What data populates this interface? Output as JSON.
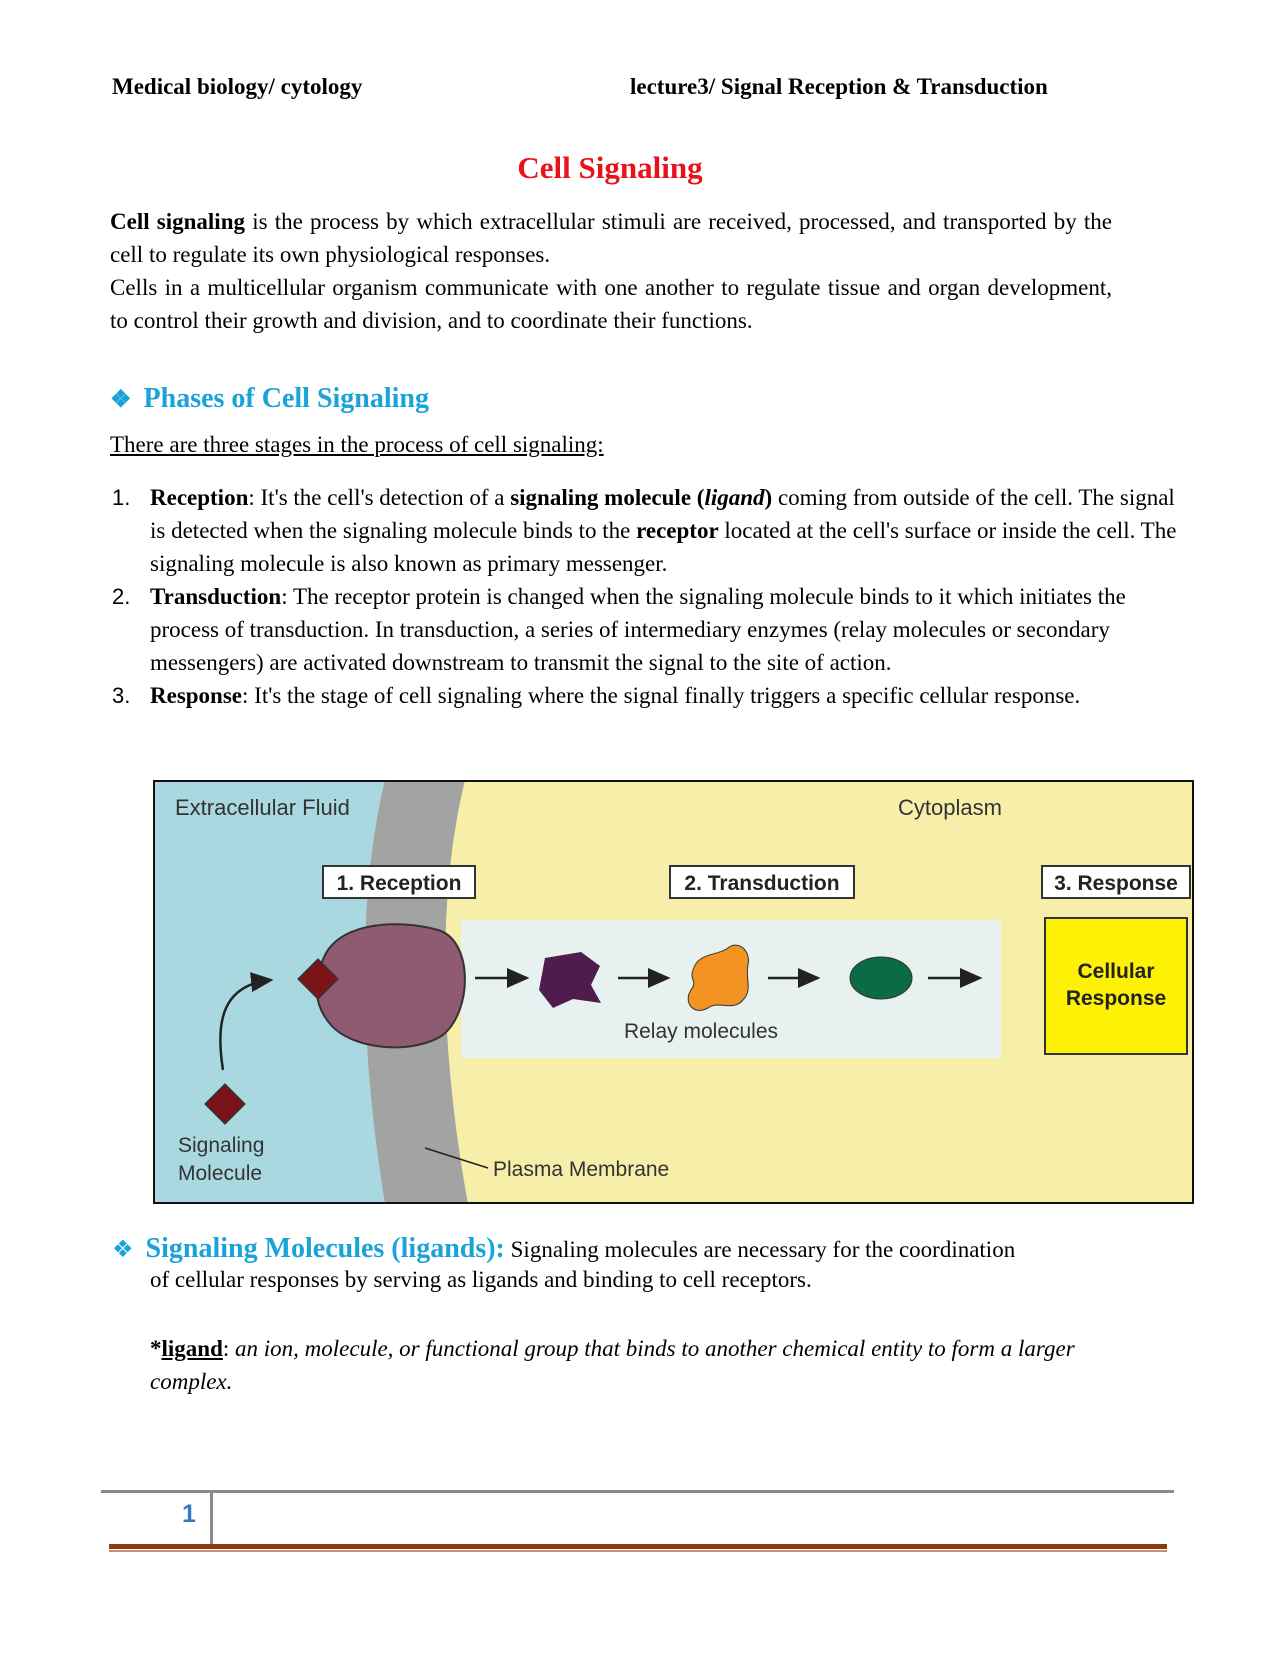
{
  "header": {
    "left": "Medical biology/ cytology",
    "right": "lecture3/ Signal Reception & Transduction"
  },
  "title": "Cell Signaling",
  "intro": {
    "term": "Cell signaling",
    "p1_rest": " is the process by which extracellular stimuli are received, processed, and transported by the cell to regulate its own physiological responses.",
    "p2": "Cells in a multicellular organism communicate with one another to regulate tissue and organ development, to control their growth and division, and to coordinate their functions."
  },
  "phases": {
    "bullet": "❖",
    "heading": "Phases of Cell Signaling",
    "lead": "There are three stages in the process of cell signaling:",
    "items": [
      {
        "num": "1.",
        "term": "Reception",
        "a": ": It's the cell's detection of a ",
        "b": "signaling molecule (",
        "c": "ligand",
        "d": ")",
        "e": " coming from outside of the cell. The signal is detected when the signaling molecule binds to the ",
        "f": "receptor",
        "g": " located at the cell's surface or inside the cell. The signaling molecule is also known as primary messenger."
      },
      {
        "num": "2.",
        "term": "Transduction",
        "text": ": The receptor protein is changed when the signaling molecule binds to it which initiates the process of transduction. In transduction,  a series of intermediary enzymes (relay molecules or secondary messengers) are activated downstream to transmit the signal to the site of action."
      },
      {
        "num": "3.",
        "term": "Response",
        "text": ": It's the stage of cell signaling where the signal finally triggers a specific cellular response."
      }
    ]
  },
  "figure": {
    "extracellular": "Extracellular Fluid",
    "cytoplasm": "Cytoplasm",
    "box1": "1. Reception",
    "box2": "2. Transduction",
    "box3": "3. Response",
    "relay": "Relay molecules",
    "response_l1": "Cellular",
    "response_l2": "Response",
    "signal_l1": "Signaling",
    "signal_l2": "Molecule",
    "membrane": "Plasma Membrane",
    "colors": {
      "extracellular": "#a9d8e0",
      "membrane": "#a3a3a3",
      "cytoplasm": "#f7eeaa",
      "relay_panel": "#e6f1f0",
      "receptor": "#8e5b72",
      "ligand": "#7b1319",
      "relay1": "#4f1c4d",
      "relay2": "#f39322",
      "relay3": "#0b6b44",
      "response": "#fdf106"
    }
  },
  "ligands": {
    "bullet": "❖",
    "heading": "Signaling Molecules (ligands):",
    "text_l1": " Signaling molecules are necessary for the coordination",
    "text_l2": "of cellular responses by serving as ligands and binding to cell receptors.",
    "def_star": "*",
    "def_term": "ligand",
    "def_colon": ": ",
    "def_text": "an ion, molecule, or functional group that binds to another chemical entity to form a larger complex."
  },
  "footer": {
    "page": "1"
  }
}
